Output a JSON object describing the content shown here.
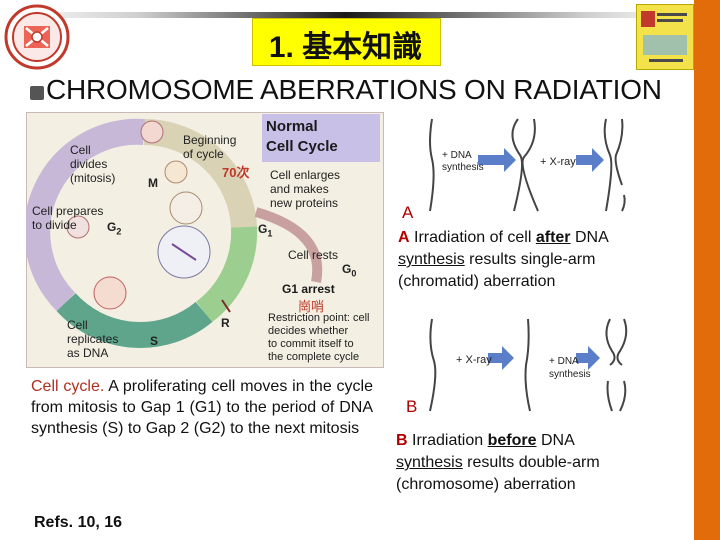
{
  "header": {
    "title": "1. 基本知識",
    "section_title": "CHROMOSOME ABERRATIONS ON RADIATION"
  },
  "cycle_diagram": {
    "title_line1": "Normal",
    "title_line2": "Cell Cycle",
    "beginning_line1": "Beginning",
    "beginning_line2": "of cycle",
    "cell_divides": [
      "Cell",
      "divides",
      "(mitosis)"
    ],
    "m_label": "M",
    "handwritten_70": "70次",
    "cell_enlarges": [
      "Cell enlarges",
      "and makes",
      "new proteins"
    ],
    "cell_prepares": [
      "Cell prepares",
      "to divide"
    ],
    "g2_label": "G",
    "g2_sub": "2",
    "g1_label": "G",
    "g1_sub": "1",
    "cell_rests": "Cell rests",
    "g0_label": "G",
    "g0_sub": "0",
    "g1_arrest": "G1 arrest",
    "handwritten_sentry": "崗哨",
    "r_label": "R",
    "s_label": "S",
    "cell_replicates": [
      "Cell",
      "replicates",
      "as DNA"
    ],
    "restriction": [
      "Restriction point: cell",
      "decides whether",
      "to commit itself to",
      "the complete cycle"
    ]
  },
  "left_caption": {
    "highlight": "Cell cycle.",
    "body": " A proliferating cell moves in the cycle from mitosis to Gap 1 (G1) to the period of DNA synthesis (S) to Gap 2 (G2) to the next mitosis"
  },
  "refs": "Refs. 10, 16",
  "panel_a": {
    "dna_line1": "+ DNA",
    "dna_line2": "synthesis",
    "xray": "+ X-ray",
    "letter": "A",
    "cap_letter": "A",
    "cap_1": " Irradiation of cell ",
    "cap_after": "after",
    "cap_2": " DNA",
    "cap_synthesis": "synthesis",
    "cap_3": " results single-arm",
    "cap_4": "(chromatid) aberration"
  },
  "panel_b": {
    "xray": "+ X-ray",
    "dna_line1": "+ DNA",
    "dna_line2": "synthesis",
    "letter": "B",
    "cap_letter": "B",
    "cap_1": " Irradiation ",
    "cap_before": "before",
    "cap_2": " DNA",
    "cap_synthesis": "synthesis",
    "cap_3": " results double-arm",
    "cap_4": "(chromosome) aberration"
  }
}
